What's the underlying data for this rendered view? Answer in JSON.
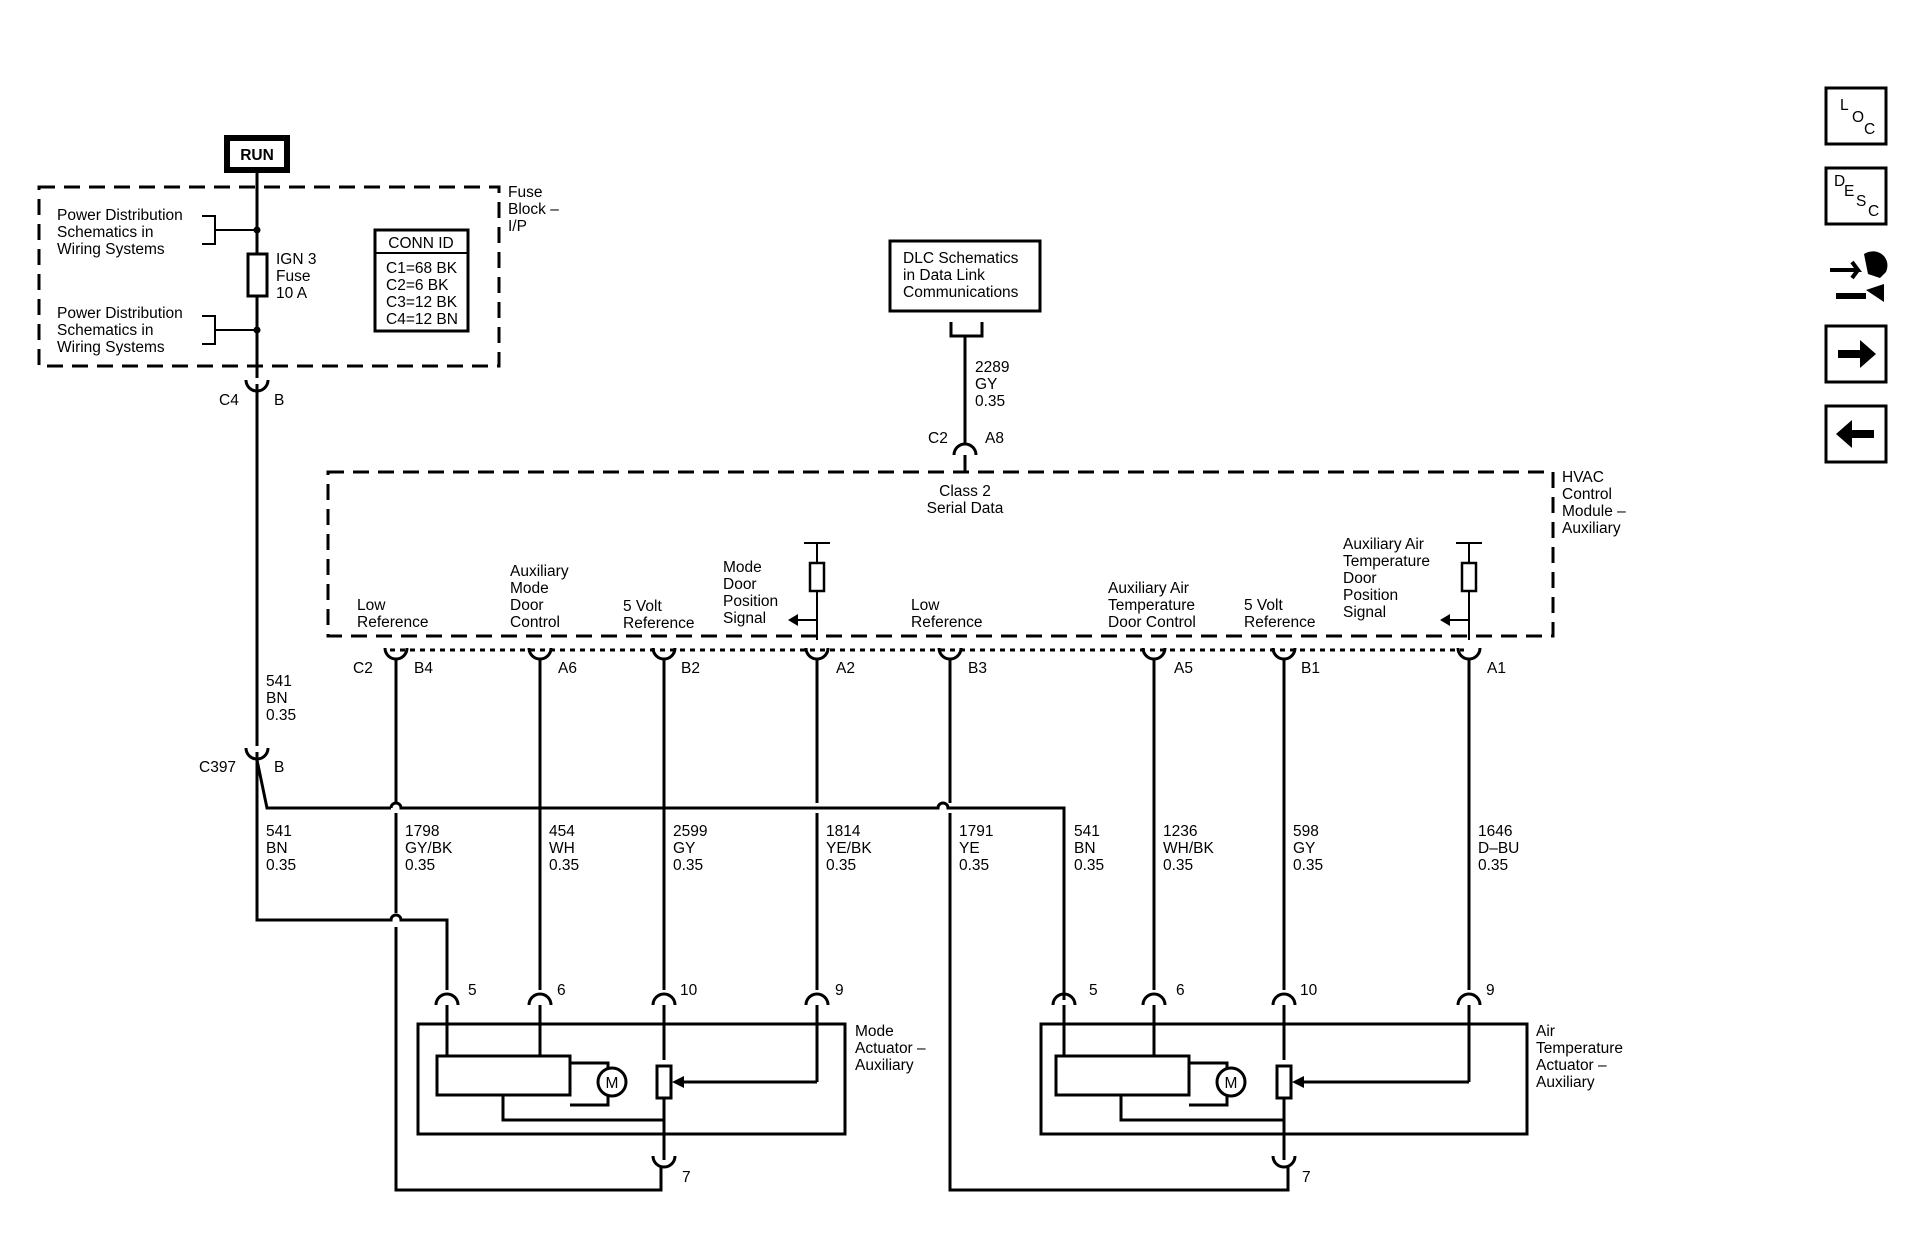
{
  "power": {
    "run_label": "RUN",
    "fuse_block_title": [
      "Fuse",
      "Block –",
      "I/P"
    ],
    "power_dist_upper": [
      "Power Distribution",
      "Schematics in",
      "Wiring Systems"
    ],
    "power_dist_lower": [
      "Power Distribution",
      "Schematics in",
      "Wiring Systems"
    ],
    "fuse_label": [
      "IGN 3",
      "Fuse",
      "10 A"
    ],
    "conn_id_title": "CONN ID",
    "conn_id_rows": [
      "C1=68 BK",
      "C2=6 BK",
      "C3=12 BK",
      "C4=12 BN"
    ],
    "c4_connector": "C4",
    "c4_pin": "B",
    "wire_541_upper": [
      "541",
      "BN",
      "0.35"
    ],
    "c397_connector": "C397",
    "c397_pin": "B"
  },
  "dlc": {
    "box_text": [
      "DLC Schematics",
      "in Data Link",
      "Communications"
    ],
    "wire": [
      "2289",
      "GY",
      "0.35"
    ],
    "connector": "C2",
    "pin": "A8"
  },
  "hvac_module": {
    "title": [
      "HVAC",
      "Control",
      "Module –",
      "Auxiliary"
    ],
    "class2_label": [
      "Class 2",
      "Serial Data"
    ],
    "c2_connector": "C2",
    "terminals": [
      {
        "label": [
          "Low",
          "Reference"
        ],
        "pin": "B4"
      },
      {
        "label": [
          "Auxiliary",
          "Mode",
          "Door",
          "Control"
        ],
        "pin": "A6"
      },
      {
        "label": [
          "5 Volt",
          "Reference"
        ],
        "pin": "B2"
      },
      {
        "label": [
          "Mode",
          "Door",
          "Position",
          "Signal"
        ],
        "pin": "A2"
      },
      {
        "label": [
          "Low",
          "Reference"
        ],
        "pin": "B3"
      },
      {
        "label": [
          "Auxiliary Air",
          "Temperature",
          "Door Control"
        ],
        "pin": "A5"
      },
      {
        "label": [
          "5 Volt",
          "Reference"
        ],
        "pin": "B1"
      },
      {
        "label": [
          "Auxiliary Air",
          "Temperature",
          "Door",
          "Position",
          "Signal"
        ],
        "pin": "A1"
      }
    ]
  },
  "wires": [
    {
      "circuit": "541",
      "color": "BN",
      "gauge": "0.35"
    },
    {
      "circuit": "1798",
      "color": "GY/BK",
      "gauge": "0.35"
    },
    {
      "circuit": "454",
      "color": "WH",
      "gauge": "0.35"
    },
    {
      "circuit": "2599",
      "color": "GY",
      "gauge": "0.35"
    },
    {
      "circuit": "1814",
      "color": "YE/BK",
      "gauge": "0.35"
    },
    {
      "circuit": "1791",
      "color": "YE",
      "gauge": "0.35"
    },
    {
      "circuit": "541",
      "color": "BN",
      "gauge": "0.35"
    },
    {
      "circuit": "1236",
      "color": "WH/BK",
      "gauge": "0.35"
    },
    {
      "circuit": "598",
      "color": "GY",
      "gauge": "0.35"
    },
    {
      "circuit": "1646",
      "color": "D–BU",
      "gauge": "0.35"
    }
  ],
  "mode_actuator": {
    "title": [
      "Mode",
      "Actuator –",
      "Auxiliary"
    ],
    "pins": [
      "5",
      "6",
      "10",
      "9"
    ],
    "ground_pin": "7",
    "motor": "M"
  },
  "air_temp_actuator": {
    "title": [
      "Air",
      "Temperature",
      "Actuator –",
      "Auxiliary"
    ],
    "pins": [
      "5",
      "6",
      "10",
      "9"
    ],
    "ground_pin": "7",
    "motor": "M"
  },
  "nav": {
    "loc": [
      "L",
      "O",
      "C"
    ],
    "desc": [
      "D",
      "E",
      "S",
      "C"
    ],
    "icons": [
      "diagnostic-tools-icon",
      "next-arrow-icon",
      "previous-arrow-icon"
    ]
  }
}
